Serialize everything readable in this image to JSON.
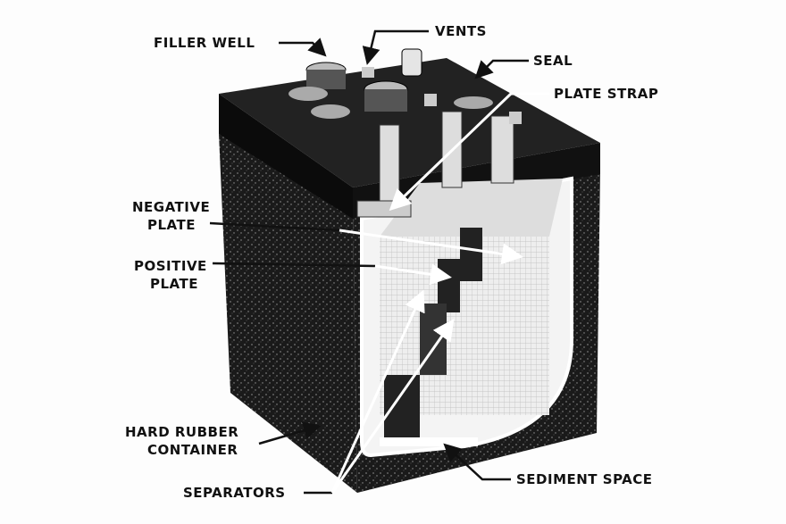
{
  "labels": {
    "filler_well": "FILLER WELL",
    "vents": "VENTS",
    "seal": "SEAL",
    "plate_strap": "PLATE STRAP",
    "negative_plate_line1": "NEGATIVE",
    "negative_plate_line2": "PLATE",
    "positive_plate_line1": "POSITIVE",
    "positive_plate_line2": "PLATE",
    "container_line1": "HARD RUBBER",
    "container_line2": "CONTAINER",
    "separators": "SEPARATORS",
    "sediment_space": "SEDIMENT SPACE"
  }
}
